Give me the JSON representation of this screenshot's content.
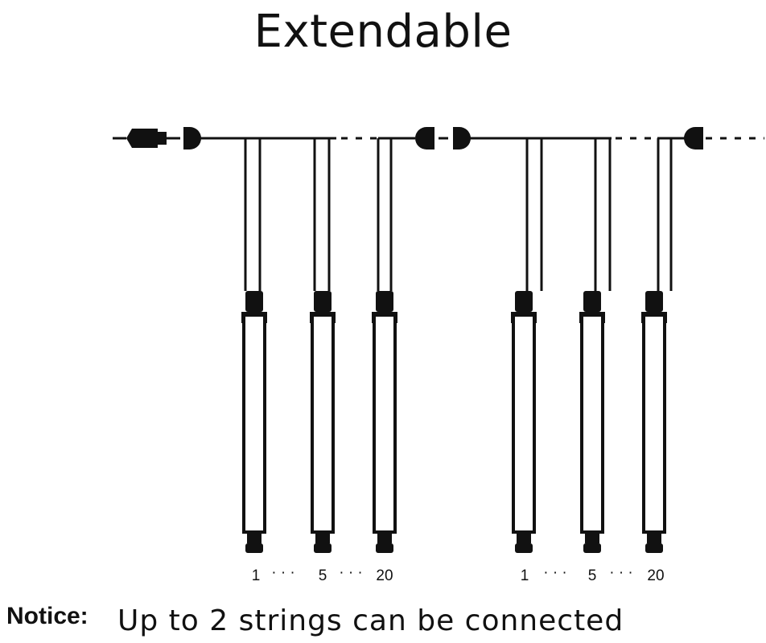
{
  "title": "Extendable",
  "notice": {
    "label": "Notice:",
    "text": "Up to 2 strings can be connected"
  },
  "strings": [
    {
      "tube_labels": [
        "1",
        "5",
        "20"
      ],
      "ellipsis": "· · ·"
    },
    {
      "tube_labels": [
        "1",
        "5",
        "20"
      ],
      "ellipsis": "· · ·"
    }
  ],
  "colors": {
    "line": "#111111",
    "background": "#ffffff"
  }
}
